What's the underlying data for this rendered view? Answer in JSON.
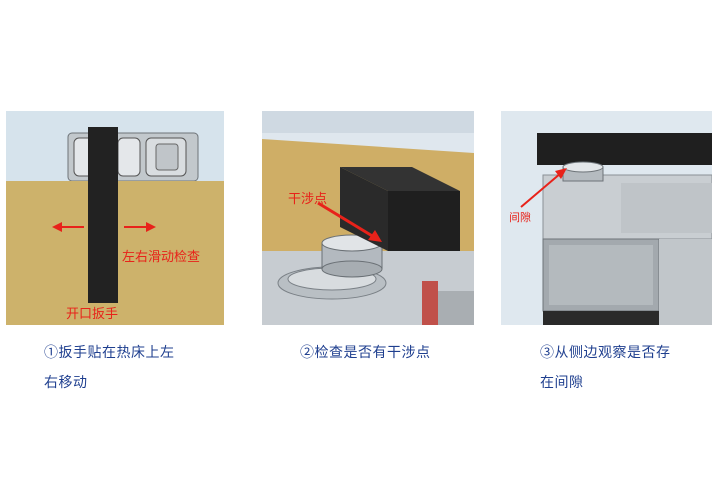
{
  "panels": [
    {
      "labels": {
        "slide": "左右滑动检查",
        "wrench": "开口扳手"
      }
    },
    {
      "labels": {
        "interference": "干涉点"
      }
    },
    {
      "labels": {
        "gap": "间隙"
      }
    }
  ],
  "captions": [
    {
      "line1": "①扳手贴在热床上左",
      "line2": "右移动"
    },
    {
      "line1": "②检查是否有干涉点",
      "line2": ""
    },
    {
      "line1": "③从侧边观察是否存",
      "line2": "在间隙"
    }
  ],
  "colors": {
    "background": "#ffffff",
    "caption_text": "#1f3f8f",
    "annotation_red": "#e8221a",
    "bed_tan": "#cdb26b",
    "wrench_black": "#202020"
  }
}
